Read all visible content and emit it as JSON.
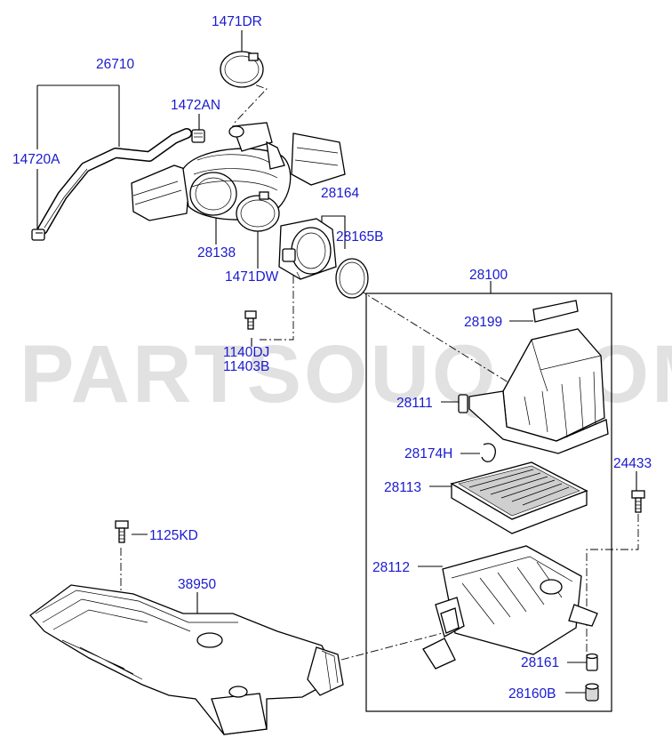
{
  "watermark": "PARTSOUQ.COM",
  "labels": {
    "l1471DR": "1471DR",
    "l26710": "26710",
    "l1472AN": "1472AN",
    "l14720A": "14720A",
    "l28164": "28164",
    "l28165B": "28165B",
    "l28138": "28138",
    "l1471DW": "1471DW",
    "l28100": "28100",
    "l28199": "28199",
    "l1140DJ": "1140DJ",
    "l11403B": "11403B",
    "l28111": "28111",
    "l28174H": "28174H",
    "l24433": "24433",
    "l28113": "28113",
    "l1125KD": "1125KD",
    "l38950": "38950",
    "l28112": "28112",
    "l28161": "28161",
    "l28160B": "28160B"
  }
}
